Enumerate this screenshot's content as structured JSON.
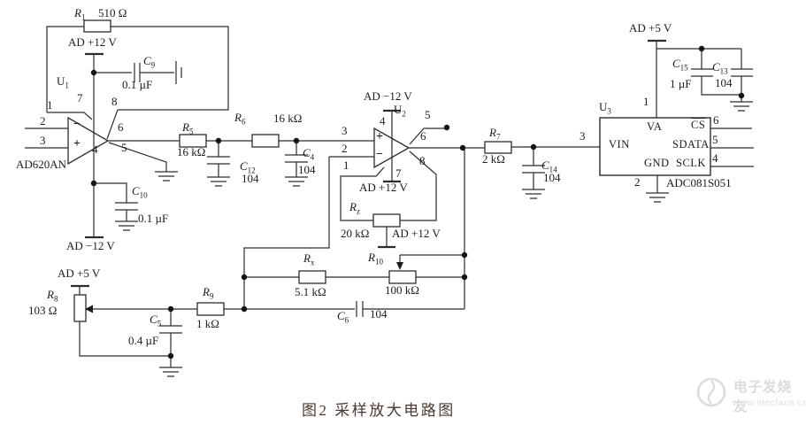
{
  "caption": "图2  采样放大电路图",
  "watermark": {
    "brand": "电子发烧友",
    "site": "www.elecfans.com"
  },
  "power_rails": {
    "p12": "AD +12 V",
    "n12": "AD −12 V",
    "p5": "AD +5 V"
  },
  "signs": {
    "plus": "+",
    "minus": "−"
  },
  "digits": {
    "d1": "1",
    "d2": "2",
    "d3": "3",
    "d4": "4",
    "d5": "5",
    "d6": "6",
    "d7": "7",
    "d8": "8"
  },
  "components": {
    "r1": {
      "ref": "R",
      "sub": "1",
      "value": "510 Ω"
    },
    "r5": {
      "ref": "R",
      "sub": "5",
      "value": "16 kΩ"
    },
    "r6": {
      "ref": "R",
      "sub": "6",
      "value": "16 kΩ"
    },
    "r7": {
      "ref": "R",
      "sub": "7",
      "value": "2 kΩ"
    },
    "r8": {
      "ref": "R",
      "sub": "8",
      "value": "103 Ω"
    },
    "r9": {
      "ref": "R",
      "sub": "9",
      "value": "1 kΩ"
    },
    "r10": {
      "ref": "R",
      "sub": "10",
      "value": "100 kΩ"
    },
    "rx": {
      "ref": "R",
      "sub": "x",
      "value": "5.1 kΩ"
    },
    "rz": {
      "ref": "R",
      "sub": "z",
      "value": "20 kΩ"
    },
    "c4": {
      "ref": "C",
      "sub": "4",
      "value": "104"
    },
    "c5": {
      "ref": "C",
      "sub": "5",
      "value": "0.4 µF"
    },
    "c6": {
      "ref": "C",
      "sub": "6",
      "value": "104"
    },
    "c9": {
      "ref": "C",
      "sub": "9",
      "value": "0.1 µF"
    },
    "c10": {
      "ref": "C",
      "sub": "10",
      "value": "0.1 µF"
    },
    "c12": {
      "ref": "C",
      "sub": "12",
      "value": "104"
    },
    "c13": {
      "ref": "C",
      "sub": "13",
      "value": "104"
    },
    "c14": {
      "ref": "C",
      "sub": "14",
      "value": "104"
    },
    "c15": {
      "ref": "C",
      "sub": "15",
      "value": "1 µF"
    },
    "u1": {
      "ref": "U",
      "sub": "1",
      "part": "AD620AN"
    },
    "u2": {
      "ref": "U",
      "sub": "2"
    },
    "u3": {
      "ref": "U",
      "sub": "3",
      "part": "ADC081S051"
    }
  },
  "u3_pins": {
    "va": "VA",
    "vin": "VIN",
    "gnd": "GND",
    "cs": "CS",
    "sdata": "SDATA",
    "sclk": "SCLK"
  }
}
